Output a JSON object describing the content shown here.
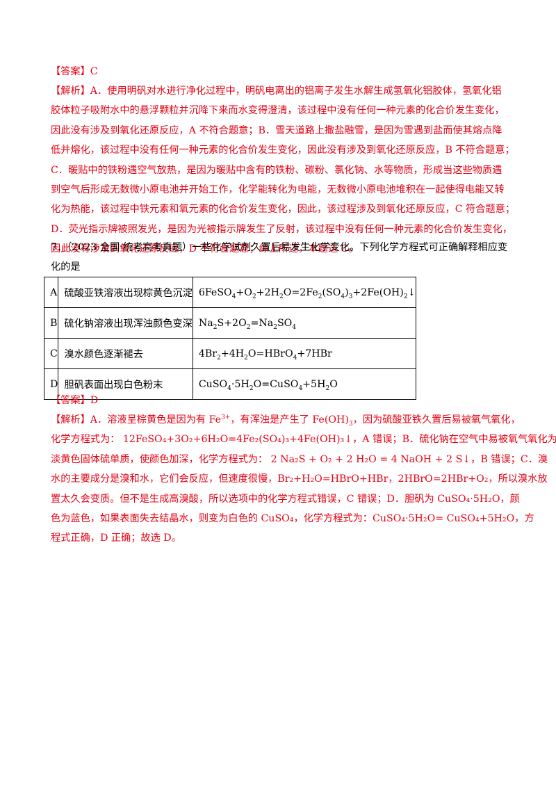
{
  "answer1": {
    "label": "【答案】",
    "value": "C"
  },
  "analysis1": {
    "label": "【解析】",
    "lines": [
      "A．使用明矾对水进行净化过程中，明矾电离出的铝离子发生水解生成氢氧化铝胶体，氢氧化铝",
      "胶体粒子吸附水中的悬浮颗粒并沉降下来而水变得澄清，该过程中没有任何一种元素的化合价发生变化，",
      "因此没有涉及到氧化还原反应，A 不符合题意；B．雪天道路上撒盐融雪，是因为雪遇到盐而使其熔点降",
      "低并熔化，该过程中没有任何一种元素的化合价发生变化，因此没有涉及到氧化还原反应，B 不符合题意；",
      "C．暖贴中的铁粉遇空气放热，是因为暖贴中含有的铁粉、碳粉、氯化钠、水等物质，形成当这些物质遇",
      "到空气后形成无数微小原电池并开始工作，化学能转化为电能，无数微小原电池堆积在一起使得电能又转",
      "化为热能，该过程中铁元素和氧元素的化合价发生变化，因此，该过程涉及到氧化还原反应，C 符合题意；",
      "D．荧光指示牌被照发光，是因为光被指示牌发生了反射，该过程中没有任何一种元素的化合价发生变化，",
      "因此没有涉及到氧化还原反应，D 不符合题意；综上所述，本题选 C。"
    ]
  },
  "question7": {
    "lines": [
      "7．（2023·全国·统考高考真题）一些化学试剂久置后易发生化学变化。下列化学方程式可正确解释相应变",
      "化的是"
    ],
    "rows": [
      {
        "key": "A",
        "desc": "硫酸亚铁溶液出现棕黄色沉淀"
      },
      {
        "key": "B",
        "desc": "硫化钠溶液出现浑浊颜色变深"
      },
      {
        "key": "C",
        "desc": "溴水颜色逐渐褪去"
      },
      {
        "key": "D",
        "desc": "胆矾表面出现白色粉末"
      }
    ]
  },
  "answer2": {
    "label": "【答案】",
    "value": "D"
  },
  "analysis2": {
    "label": "【解析】",
    "l1a": "A．溶液呈棕黄色是因为有 Fe",
    "l1sup": "3+",
    "l1b": "，有浑浊是产生了 Fe(OH)",
    "l1sub": "3",
    "l1c": "，因为硫酸亚铁久置后易被氧气氧化，",
    "lines": [
      "淡黄色固体硫单质，使颜色加深，化学方程式为： 2 Na₂S + O₂ + 2 H₂O = 4 NaOH + 2 S↓，B 错误；C．溴",
      "水的主要成分是溴和水，它们会反应，但速度很慢，Br₂+H₂O=HBrO+HBr，2HBrO=2HBr+O₂，所以溴水放",
      "置太久会变质。但不是生成高溴酸，所以选项中的化学方程式错误，C 错误；D．胆矾为 CuSO₄·5H₂O，颜",
      "色为蓝色，如果表面失去结晶水，则变为白色的 CuSO₄，化学方程式为：CuSO₄·5H₂O= CuSO₄+5H₂O，方",
      "程式正确，D 正确；故选 D。"
    ],
    "line2": "化学方程式为：  12FeSO₄+3O₂+6H₂O=4Fe₂(SO₄)₃+4Fe(OH)₃↓，A 错误；B．硫化钠在空气中易被氧气氧化为"
  }
}
